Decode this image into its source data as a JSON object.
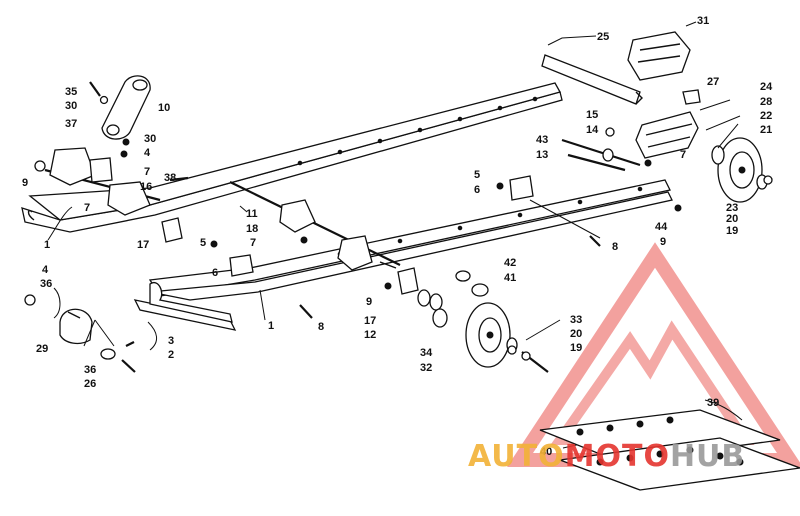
{
  "callouts": [
    {
      "id": "l25",
      "text": "25"
    },
    {
      "id": "l31",
      "text": "31"
    },
    {
      "id": "l35",
      "text": "35"
    },
    {
      "id": "l30a",
      "text": "30"
    },
    {
      "id": "l10",
      "text": "10"
    },
    {
      "id": "l37",
      "text": "37"
    },
    {
      "id": "l30b",
      "text": "30"
    },
    {
      "id": "l4a",
      "text": "4"
    },
    {
      "id": "l9a",
      "text": "9"
    },
    {
      "id": "l7a",
      "text": "7"
    },
    {
      "id": "l16",
      "text": "16"
    },
    {
      "id": "l38",
      "text": "38"
    },
    {
      "id": "l7b",
      "text": "7"
    },
    {
      "id": "l1a",
      "text": "1"
    },
    {
      "id": "l11",
      "text": "11"
    },
    {
      "id": "l18",
      "text": "18"
    },
    {
      "id": "l17a",
      "text": "17"
    },
    {
      "id": "l5a",
      "text": "5"
    },
    {
      "id": "l7c",
      "text": "7"
    },
    {
      "id": "l6a",
      "text": "6"
    },
    {
      "id": "l4b",
      "text": "4"
    },
    {
      "id": "l36a",
      "text": "36"
    },
    {
      "id": "l27",
      "text": "27"
    },
    {
      "id": "l24",
      "text": "24"
    },
    {
      "id": "l28",
      "text": "28"
    },
    {
      "id": "l22",
      "text": "22"
    },
    {
      "id": "l21",
      "text": "21"
    },
    {
      "id": "l15",
      "text": "15"
    },
    {
      "id": "l14",
      "text": "14"
    },
    {
      "id": "l43",
      "text": "43"
    },
    {
      "id": "l13",
      "text": "13"
    },
    {
      "id": "l7d",
      "text": "7"
    },
    {
      "id": "l5b",
      "text": "5"
    },
    {
      "id": "l6b",
      "text": "6"
    },
    {
      "id": "l23",
      "text": "23"
    },
    {
      "id": "l20a",
      "text": "20"
    },
    {
      "id": "l19a",
      "text": "19"
    },
    {
      "id": "l44",
      "text": "44"
    },
    {
      "id": "l9b",
      "text": "9"
    },
    {
      "id": "l8a",
      "text": "8"
    },
    {
      "id": "l42",
      "text": "42"
    },
    {
      "id": "l41",
      "text": "41"
    },
    {
      "id": "l9c",
      "text": "9"
    },
    {
      "id": "l17b",
      "text": "17"
    },
    {
      "id": "l12",
      "text": "12"
    },
    {
      "id": "l1b",
      "text": "1"
    },
    {
      "id": "l8b",
      "text": "8"
    },
    {
      "id": "l3",
      "text": "3"
    },
    {
      "id": "l2",
      "text": "2"
    },
    {
      "id": "l29",
      "text": "29"
    },
    {
      "id": "l36b",
      "text": "36"
    },
    {
      "id": "l26",
      "text": "26"
    },
    {
      "id": "l34",
      "text": "34"
    },
    {
      "id": "l32",
      "text": "32"
    },
    {
      "id": "l33",
      "text": "33"
    },
    {
      "id": "l20b",
      "text": "20"
    },
    {
      "id": "l19b",
      "text": "19"
    },
    {
      "id": "l39",
      "text": "39"
    },
    {
      "id": "l40",
      "text": "40"
    }
  ],
  "watermark": {
    "part1": "AUTO",
    "part2": "MOTO",
    "part3": "HUB",
    "colors": {
      "orange": "#f2b237",
      "red": "#e5352f",
      "gray": "#9a9a9a"
    }
  }
}
